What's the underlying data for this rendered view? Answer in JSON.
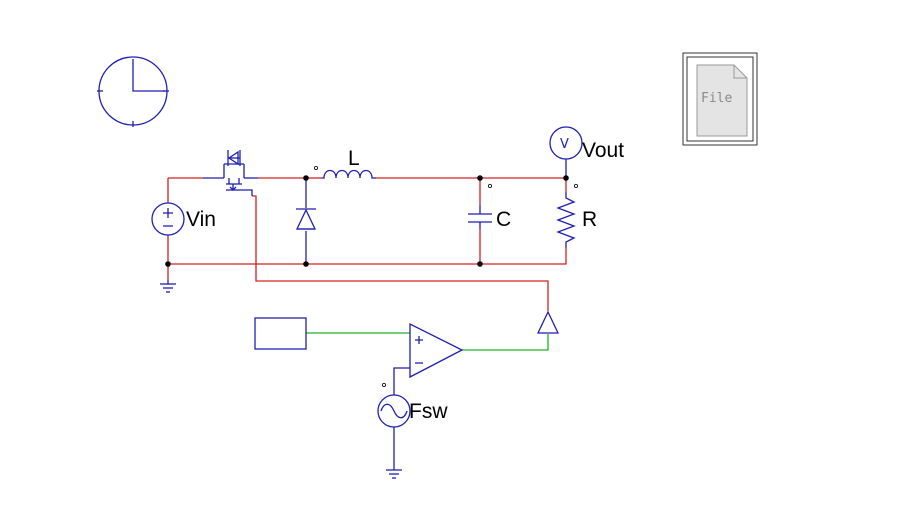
{
  "components": {
    "input_source": {
      "label": "Vin"
    },
    "inductor": {
      "label": "L"
    },
    "capacitor": {
      "label": "C"
    },
    "resistor": {
      "label": "R"
    },
    "voltmeter": {
      "label": "Vout",
      "glyph": "V"
    },
    "triangle_source": {
      "label": "Fsw"
    },
    "file_block": {
      "text": "File"
    }
  },
  "icons": {
    "clock": "clock-icon",
    "file": "file-icon",
    "mosfet": "mosfet-icon",
    "diode": "diode-icon",
    "ground": "ground-icon",
    "comparator": "comparator-icon",
    "gate_driver": "gate-driver-icon",
    "constant": "constant-block-icon"
  },
  "colors": {
    "power_wire": "#d62020",
    "control_wire": "#22b522",
    "component": "#1f1fb0",
    "node": "#000000",
    "background": "#ffffff"
  }
}
